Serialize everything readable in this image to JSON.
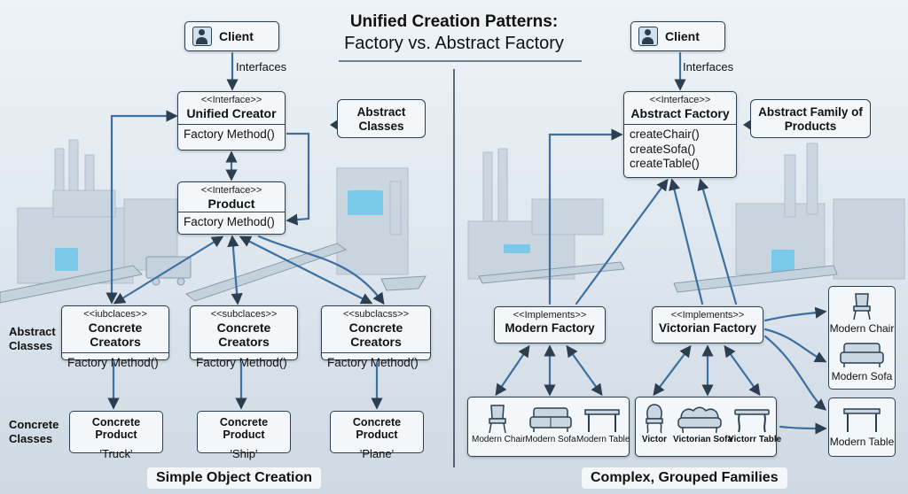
{
  "title": {
    "line1": "Unified Creation Patterns:",
    "line2": "Factory vs. Abstract Factory"
  },
  "left": {
    "client": "Client",
    "interfaces_label": "Interfaces",
    "unified_creator": {
      "stereotype": "<<Interface>>",
      "name": "Unified Creator",
      "method": "Factory Method()"
    },
    "product": {
      "stereotype": "<<Interface>>",
      "name": "Product",
      "method": "Factory Method()"
    },
    "callout": "Abstract Classes",
    "abstract_classes_label": "Abstract Classes",
    "concrete_classes_label": "Concrete Classes",
    "creators": [
      {
        "stereotype": "<<iubclaces>>",
        "name": "Concrete Creators",
        "method": "Factory Method()"
      },
      {
        "stereotype": "<<subclaces>>",
        "name": "Concrete Creators",
        "method": "Factory Method()"
      },
      {
        "stereotype": "<<subclacss>>",
        "name": "Concrete Creators",
        "method": "Factory Method()"
      }
    ],
    "products": [
      {
        "title": "Concrete Product",
        "value": "'Truck'"
      },
      {
        "title": "Concrete Product",
        "value": "'Ship'"
      },
      {
        "title": "Concrete Product",
        "value": "'Plane'"
      }
    ],
    "caption": "Simple Object Creation"
  },
  "right": {
    "client": "Client",
    "interfaces_label": "Interfaces",
    "abstract_factory": {
      "stereotype": "<<Interface>>",
      "name": "Abstract Factory",
      "methods": [
        "createChair()",
        "createSofa()",
        "createTable()"
      ]
    },
    "callout": "Abstract Family of Products",
    "modern_factory": {
      "stereotype": "<<Implements>>",
      "name": "Modern Factory"
    },
    "victorian_factory": {
      "stereotype": "<<Implements>>",
      "name": "Victorian Factory"
    },
    "modern_family": [
      "Modern Chair",
      "Modern Sofa",
      "Modern Table"
    ],
    "victorian_family": [
      "Victor",
      "Victorian Sofa",
      "Victorr Table"
    ],
    "product_panel": [
      "Modern Chair",
      "Modern Sofa",
      "Modern Table"
    ],
    "caption": "Complex, Grouped Families"
  },
  "colors": {
    "arrow": "#3d6fa0",
    "box_border": "#2c3e50",
    "box_fill": "#f4f7fa",
    "accent_glow": "#58c4ee"
  }
}
